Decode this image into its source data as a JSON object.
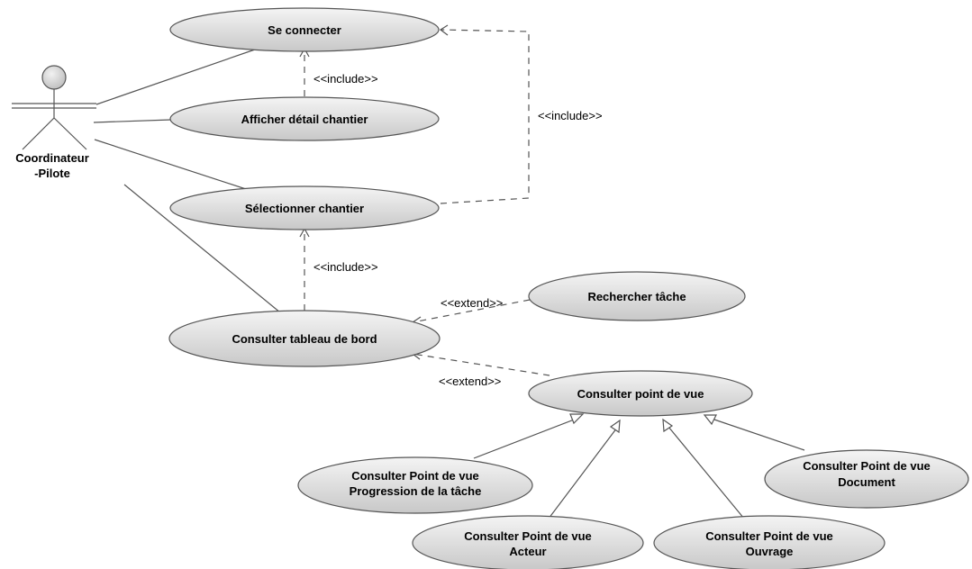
{
  "actor": {
    "name_line1": "Coordinateur",
    "name_line2": "-Pilote"
  },
  "use_cases": {
    "se_connecter": [
      "Se connecter"
    ],
    "afficher_detail": [
      "Afficher détail chantier"
    ],
    "selectionner": [
      "Sélectionner chantier"
    ],
    "consulter_tableau": [
      "Consulter tableau de bord"
    ],
    "rechercher_tache": [
      "Rechercher tâche"
    ],
    "consulter_point_vue": [
      "Consulter point de vue"
    ],
    "pv_progression": [
      "Consulter Point de vue",
      "Progression de la tâche"
    ],
    "pv_acteur": [
      "Consulter Point de vue",
      "Acteur"
    ],
    "pv_ouvrage": [
      "Consulter Point de vue",
      "Ouvrage"
    ],
    "pv_document": [
      "Consulter Point de vue",
      "Document"
    ]
  },
  "relations": {
    "include_detail": "<<include>>",
    "include_select": "<<include>>",
    "include_tableau": "<<include>>",
    "extend_recherche": "<<extend>>",
    "extend_point_vue": "<<extend>>"
  }
}
